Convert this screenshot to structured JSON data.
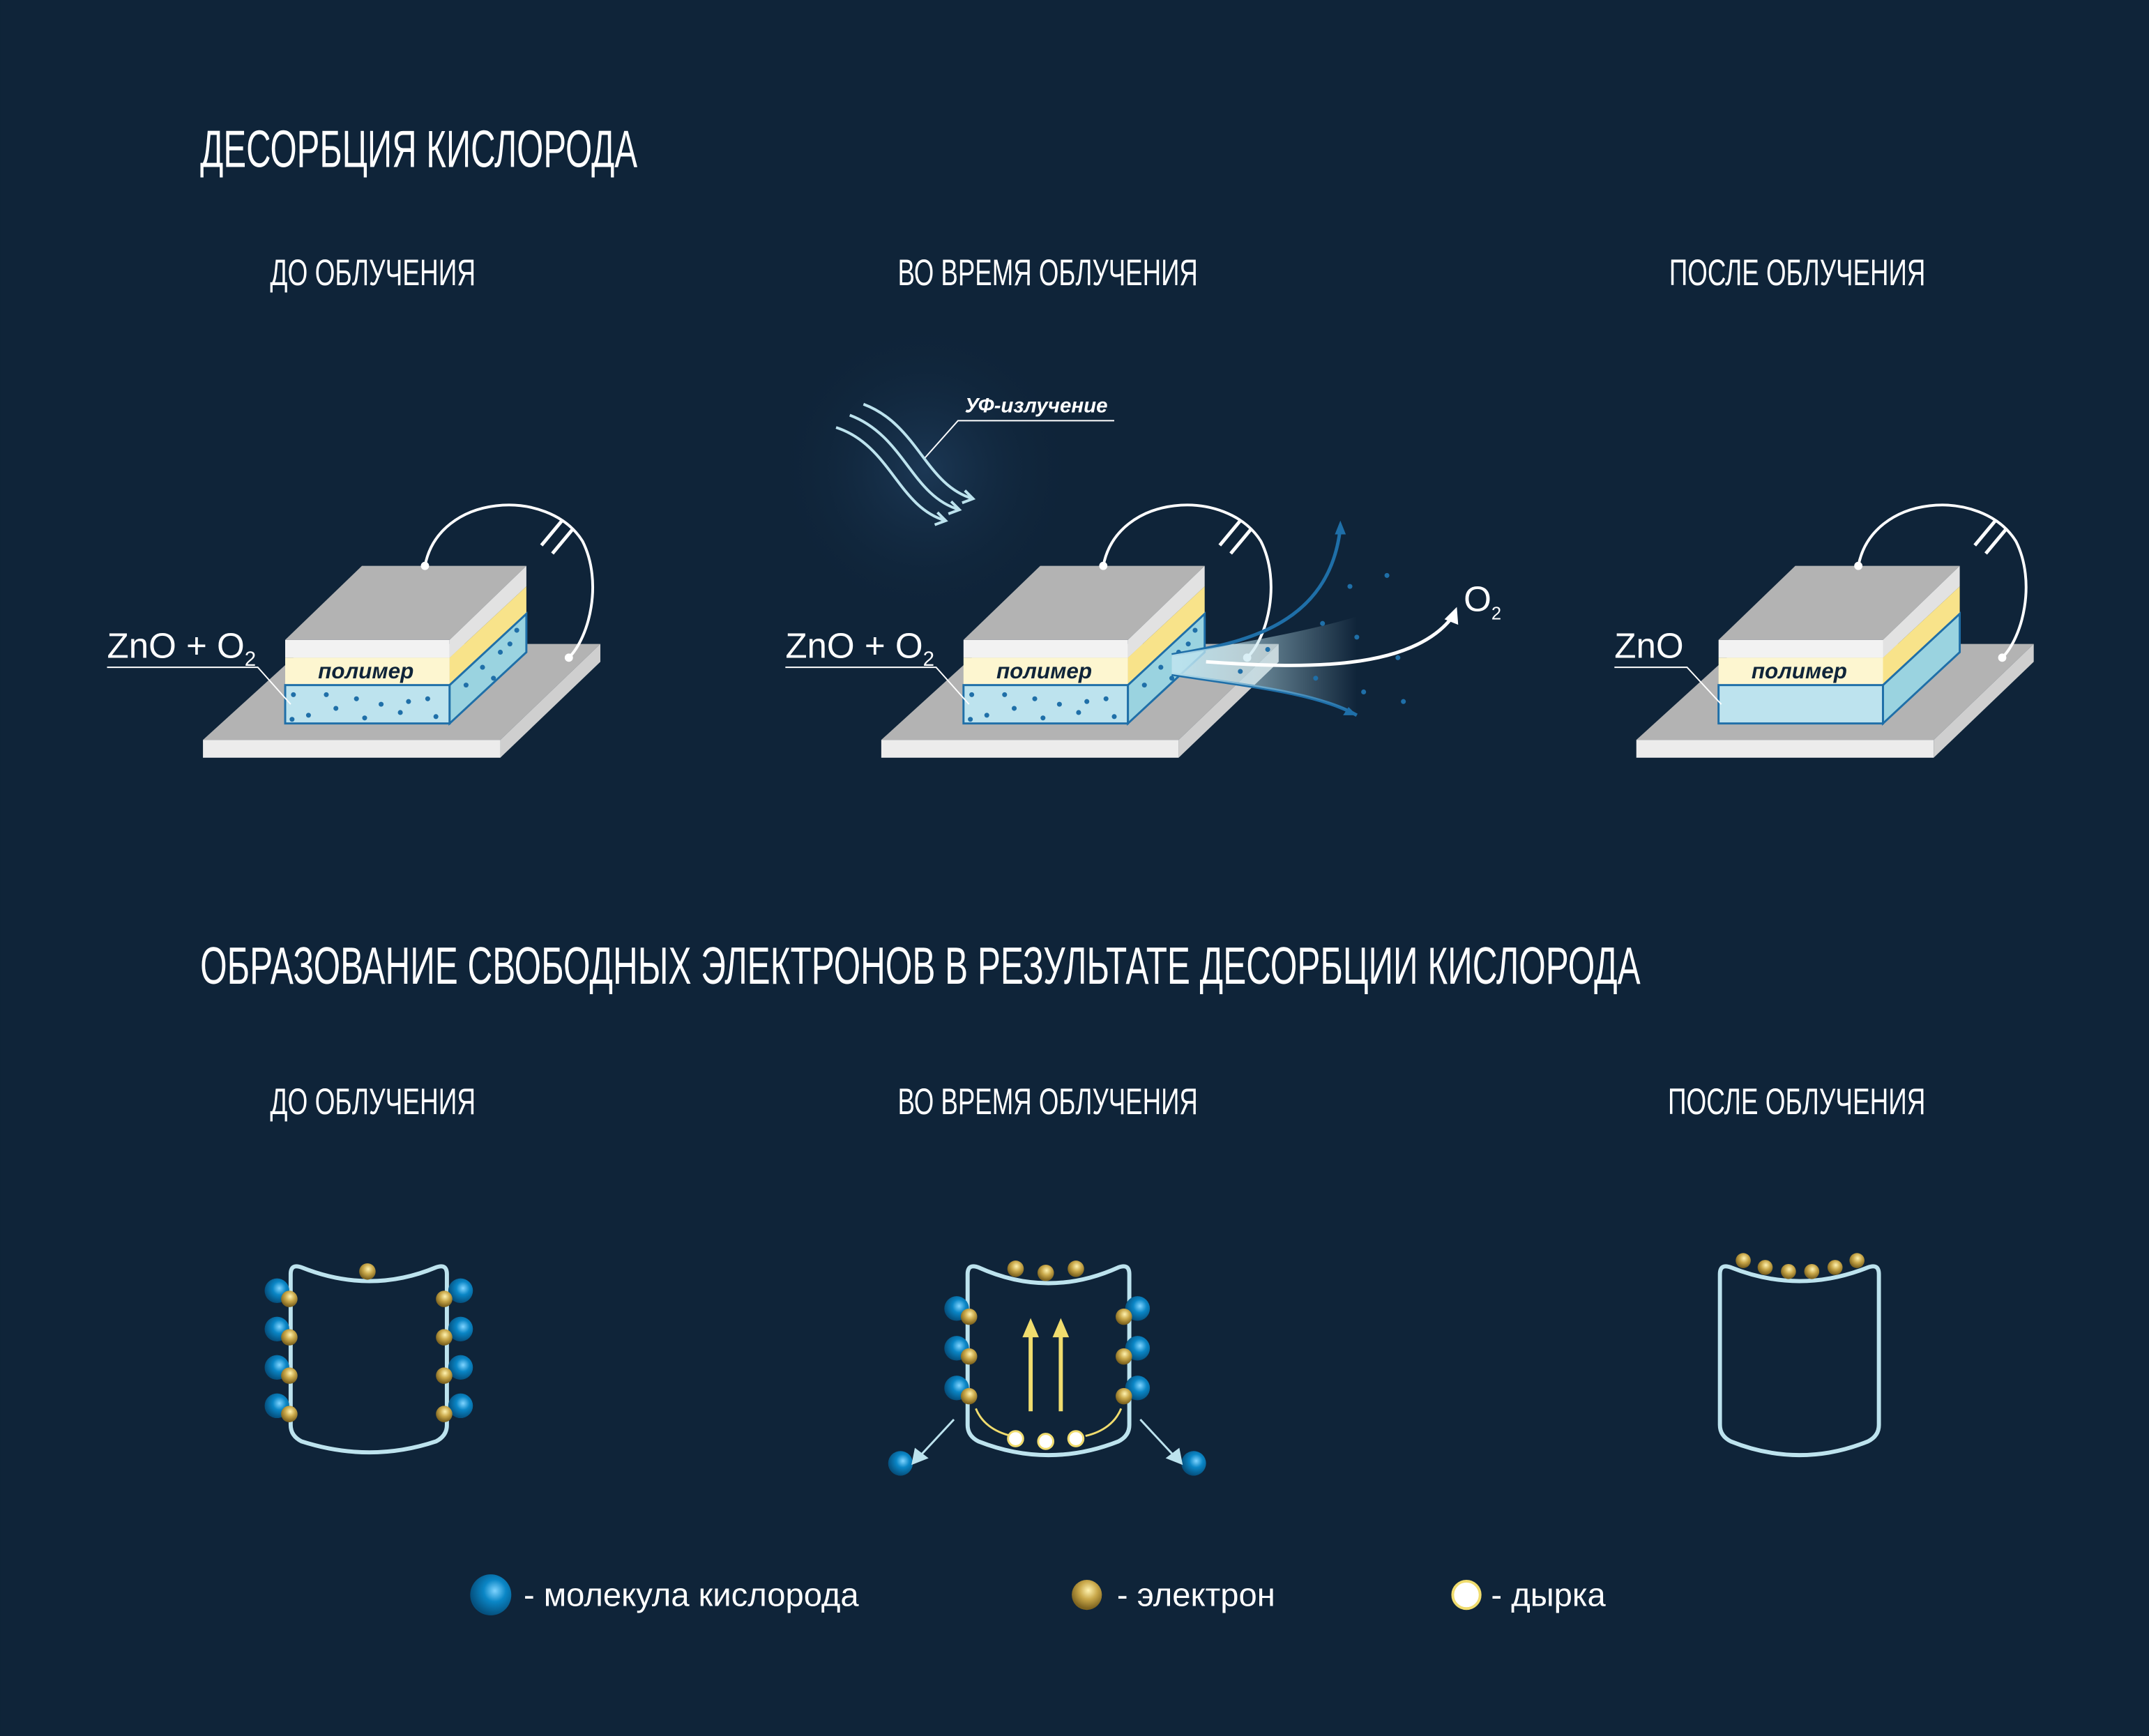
{
  "section1": {
    "title": "ДЕСОРБЦИЯ КИСЛОРОДА",
    "panels": [
      {
        "heading": "ДО ОБЛУЧЕНИЯ",
        "label_main": "ZnO + O",
        "label_sub": "2",
        "layer": "полимер"
      },
      {
        "heading": "ВО ВРЕМЯ ОБЛУЧЕНИЯ",
        "label_main": "ZnO + O",
        "label_sub": "2",
        "layer": "полимер",
        "uv_label": "УФ-излучение",
        "gas_main": "O",
        "gas_sub": "2"
      },
      {
        "heading": "ПОСЛЕ ОБЛУЧЕНИЯ",
        "label_main": "ZnO",
        "layer": "полимер"
      }
    ]
  },
  "section2": {
    "title": "ОБРАЗОВАНИЕ СВОБОДНЫХ ЭЛЕКТРОНОВ В РЕЗУЛЬТАТЕ ДЕСОРБЦИИ КИСЛОРОДА",
    "panels": [
      {
        "heading": "ДО ОБЛУЧЕНИЯ"
      },
      {
        "heading": "ВО ВРЕМЯ ОБЛУЧЕНИЯ"
      },
      {
        "heading": "ПОСЛЕ ОБЛУЧЕНИЯ"
      }
    ]
  },
  "legend": [
    {
      "icon": "oxygen-molecule-icon",
      "label": "- молекула кислорода"
    },
    {
      "icon": "electron-icon",
      "label": "- электрон"
    },
    {
      "icon": "hole-icon",
      "label": "- дырка"
    }
  ],
  "colors": {
    "background": "#0f2439",
    "oxygen": "#0a86c6",
    "electron": "#c9a84a",
    "outline": "#bde3ee",
    "arrow": "#f0dc6e"
  }
}
